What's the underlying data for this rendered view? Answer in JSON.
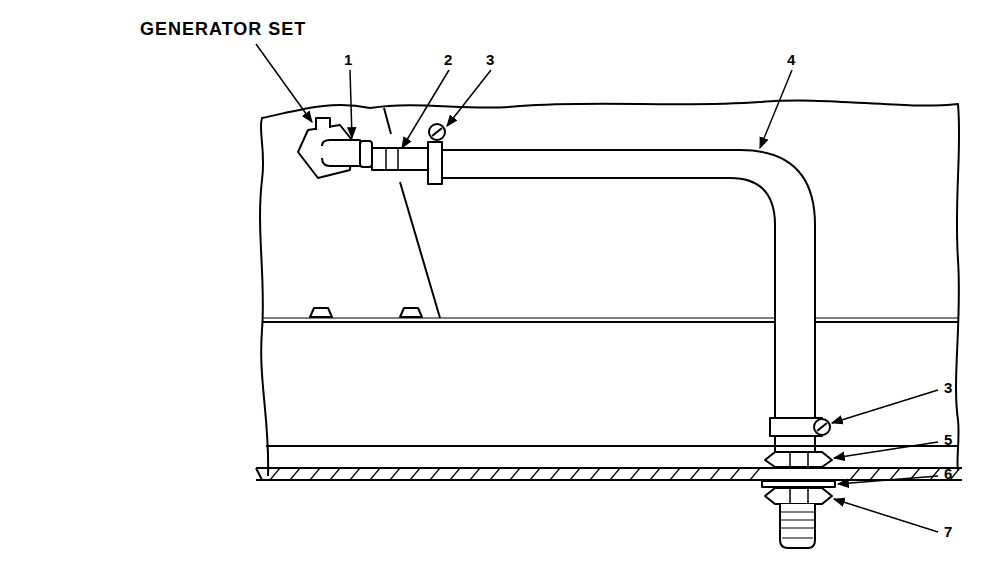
{
  "diagram": {
    "labels": [
      "GENERATOR SET",
      "1",
      "2",
      "3",
      "4",
      "3",
      "5",
      "6",
      "7"
    ]
  }
}
